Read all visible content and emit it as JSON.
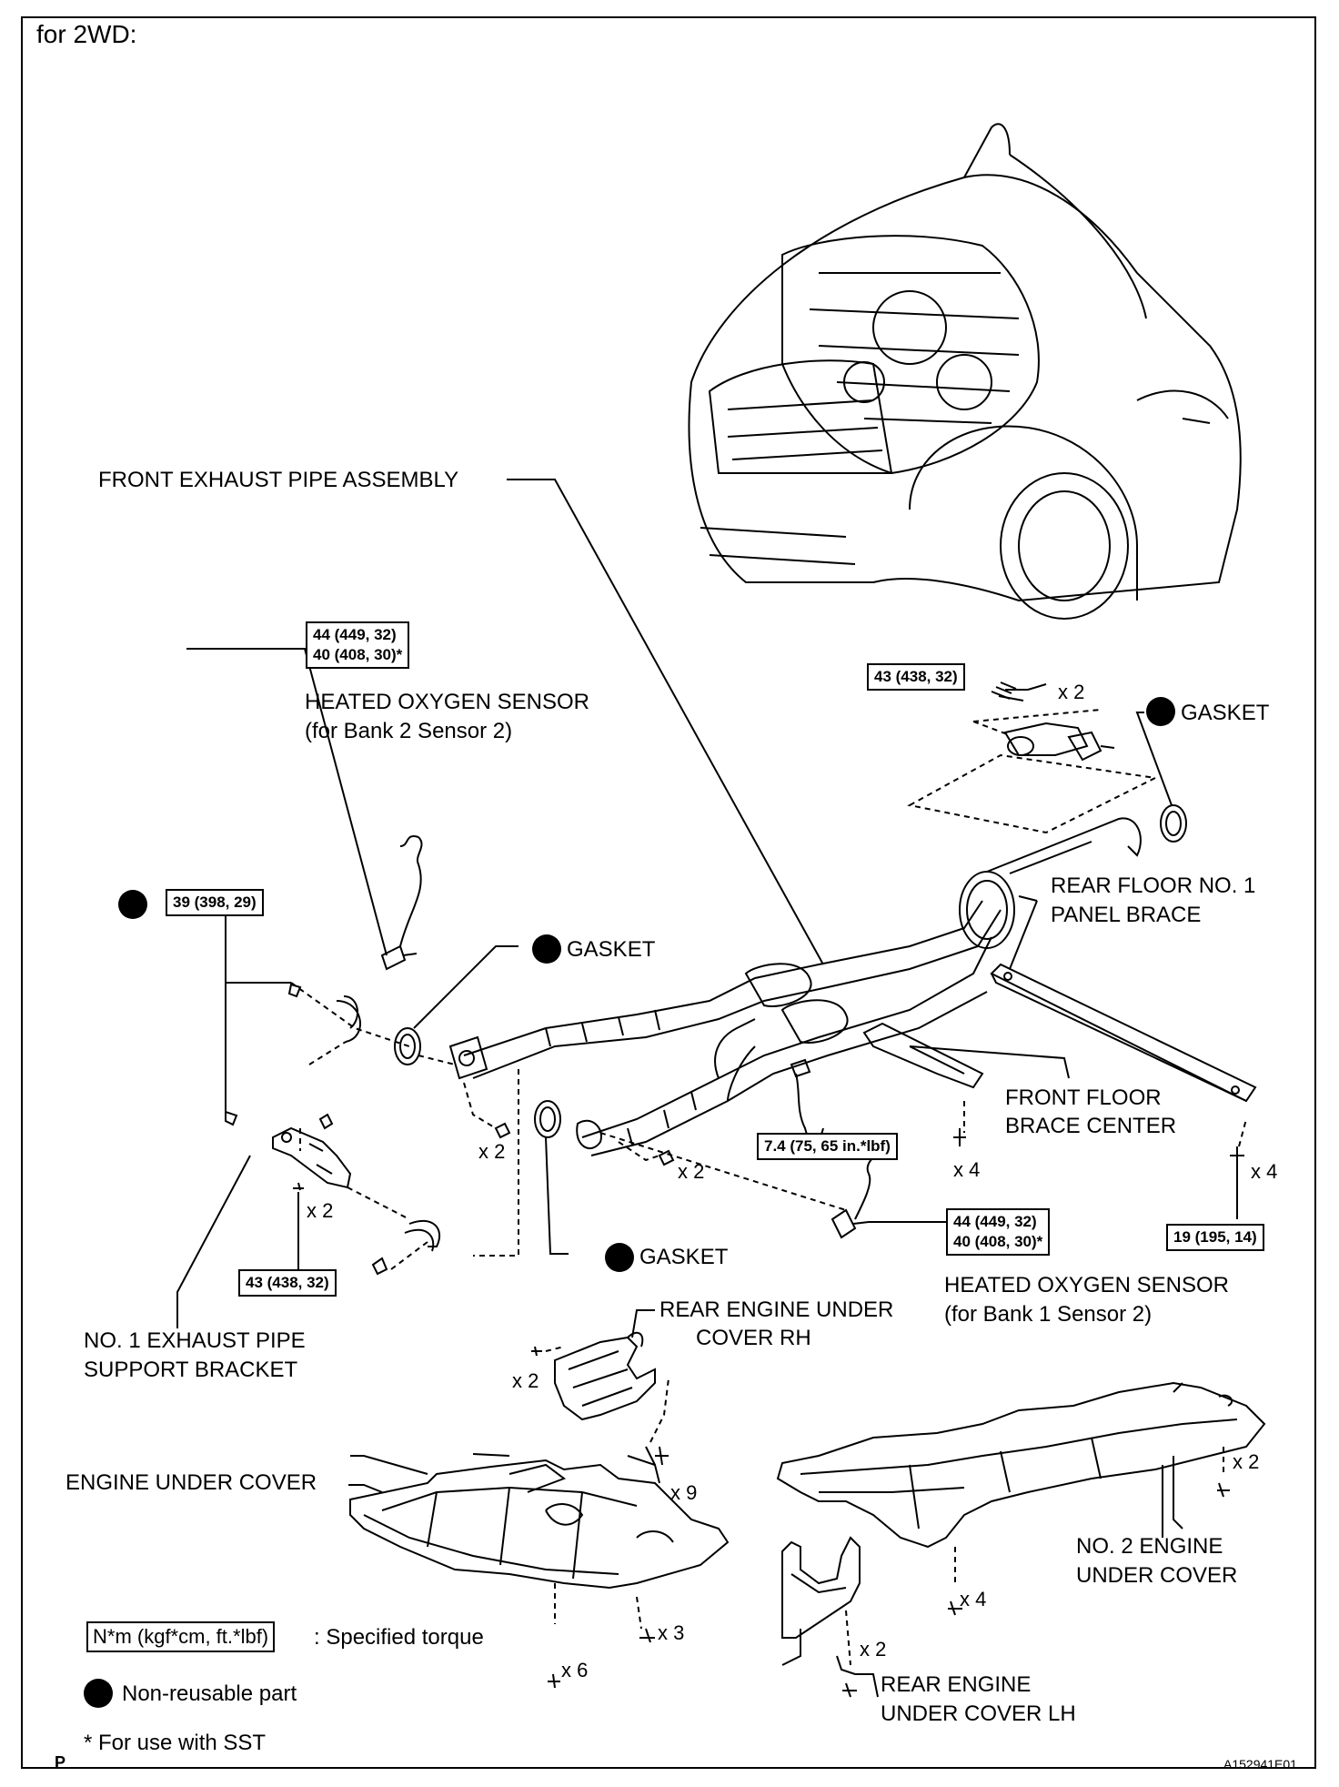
{
  "header": "for 2WD:",
  "labels": {
    "front_exhaust_pipe": "FRONT EXHAUST PIPE ASSEMBLY",
    "ho2_bank2_title": "HEATED OXYGEN SENSOR",
    "ho2_bank2_sub": "(for Bank 2 Sensor 2)",
    "ho2_bank1_title": "HEATED OXYGEN SENSOR",
    "ho2_bank1_sub": "(for Bank 1 Sensor 2)",
    "gasket_top": "GASKET",
    "gasket_mid": "GASKET",
    "gasket_low": "GASKET",
    "rear_floor_brace_l1": "REAR FLOOR NO. 1",
    "rear_floor_brace_l2": "PANEL BRACE",
    "front_floor_brace_l1": "FRONT FLOOR",
    "front_floor_brace_l2": "BRACE CENTER",
    "support_bracket_l1": "NO. 1 EXHAUST PIPE",
    "support_bracket_l2": "SUPPORT BRACKET",
    "rear_cover_rh_l1": "REAR ENGINE UNDER",
    "rear_cover_rh_l2": "COVER RH",
    "engine_under_cover": "ENGINE UNDER COVER",
    "no2_cover_l1": "NO. 2 ENGINE",
    "no2_cover_l2": "UNDER COVER",
    "rear_cover_lh_l1": "REAR ENGINE",
    "rear_cover_lh_l2": "UNDER COVER LH"
  },
  "torques": {
    "t_ho2_b2_a": "44 (449, 32)",
    "t_ho2_b2_b": "40 (408, 30)*",
    "t_top_bolt": "43 (438, 32)",
    "t_bracket_top": "39 (398, 29)",
    "t_bracket_bottom": "43 (438, 32)",
    "t_front_floor": "7.4 (75, 65 in.*lbf)",
    "t_ho2_b1_a": "44 (449, 32)",
    "t_ho2_b1_b": "40 (408, 30)*",
    "t_rear_floor": "19 (195, 14)"
  },
  "multipliers": {
    "m_top": "x 2",
    "m_pipe_left": "x 2",
    "m_pipe_mid": "x 2",
    "m_bracket": "x 2",
    "m_front_floor": "x 4",
    "m_rear_floor": "x 4",
    "m_rh_cover": "x 2",
    "m_under_9": "x 9",
    "m_under_3": "x 3",
    "m_under_6": "x 6",
    "m_no2_2": "x 2",
    "m_no2_4": "x 4",
    "m_lh_2": "x 2"
  },
  "legend": {
    "torque_box": "N*m (kgf*cm, ft.*lbf)",
    "torque_text": ": Specified torque",
    "nonreusable": "Non-reusable part",
    "sst_note": "* For use with SST"
  },
  "footer": {
    "left": "P",
    "right": "A152941E01"
  }
}
